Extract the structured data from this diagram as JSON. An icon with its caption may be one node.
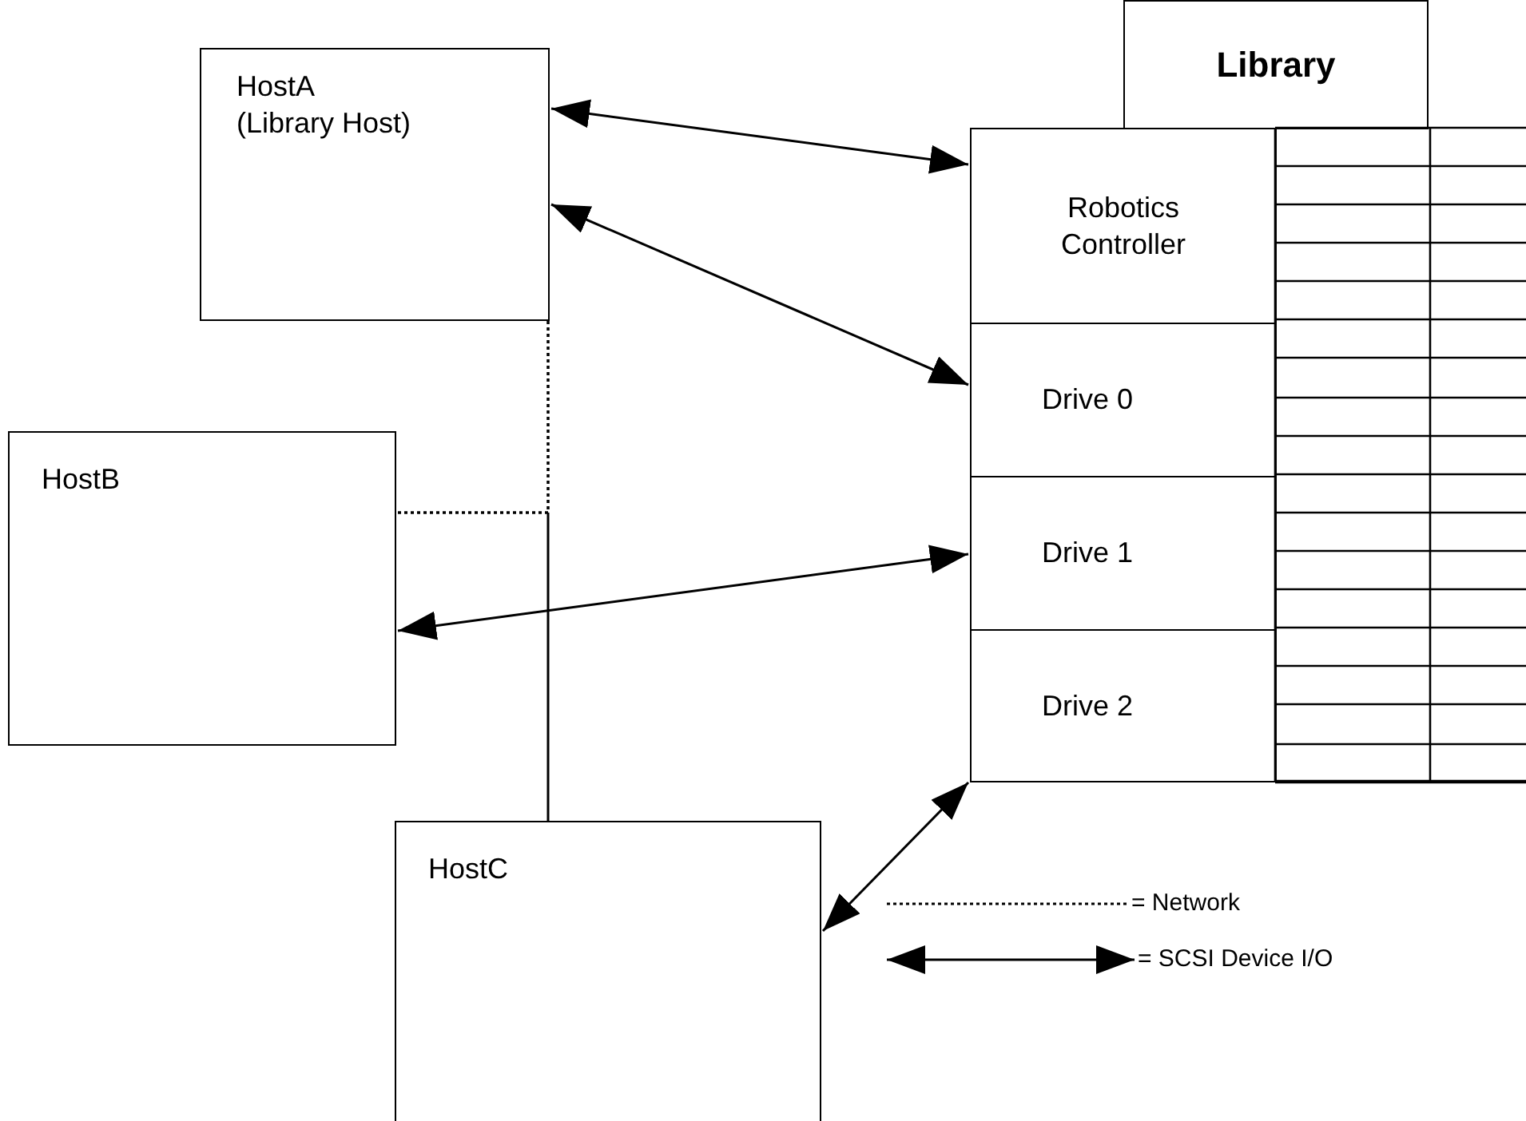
{
  "diagram": {
    "nodes": [
      {
        "text": [
          "HostA (Library Host)"
        ]
      },
      {
        "text": [
          "HostB"
        ]
      },
      {
        "text": [
          "HostC"
        ]
      },
      {
        "text": [
          "Library"
        ]
      },
      {
        "text": [
          "Robotics Controller"
        ]
      },
      {
        "text": [
          "Drive 0"
        ]
      },
      {
        "text": [
          "Drive 1"
        ]
      },
      {
        "text": [
          "Drive 2"
        ]
      }
    ],
    "edges": [
      {
        "from": 0,
        "to": 4,
        "arrow": "both"
      },
      {
        "from": 0,
        "to": 5,
        "arrow": "both"
      },
      {
        "from": 1,
        "to": 6,
        "arrow": "both"
      },
      {
        "from": 2,
        "to": 7,
        "arrow": "both"
      },
      {
        "from": 0,
        "to": 2,
        "arrow": "none",
        "style": "dashed"
      },
      {
        "from": 1,
        "to": 0,
        "arrow": "none",
        "style": "dashed"
      },
      {
        "from": 1,
        "to": 2,
        "arrow": "none",
        "style": "dashed"
      }
    ],
    "legend": [
      {
        "text": "= Network"
      },
      {
        "text": "= SCSI Device I/O"
      }
    ]
  }
}
